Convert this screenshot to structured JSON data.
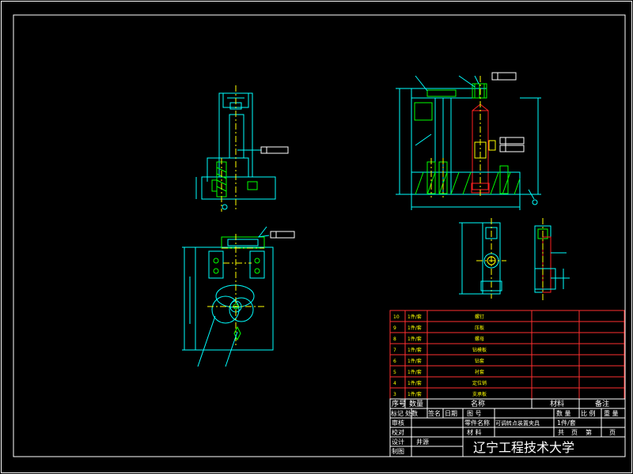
{
  "drawing": {
    "school_name": "辽宁工程技术大学",
    "part_name": "可调转点装置夹具",
    "unit_label": "1件/套"
  },
  "colors": {
    "background": "#000000",
    "frame": "#ffffff",
    "part_outline": "#00ffff",
    "centerline": "#ffff00",
    "hatch": "#00ff00",
    "highlight": "#ff2020",
    "table_grid": "#ff3030"
  },
  "bom": {
    "rows": [
      {
        "no": "10",
        "qty": "1件/套",
        "name": "螺钉"
      },
      {
        "no": "9",
        "qty": "1件/套",
        "name": "压板"
      },
      {
        "no": "8",
        "qty": "1件/套",
        "name": "螺母"
      },
      {
        "no": "7",
        "qty": "1件/套",
        "name": "钻模板"
      },
      {
        "no": "6",
        "qty": "1件/套",
        "name": "钻套"
      },
      {
        "no": "5",
        "qty": "1件/套",
        "name": "衬套"
      },
      {
        "no": "4",
        "qty": "1件/套",
        "name": "定位销"
      },
      {
        "no": "3",
        "qty": "1件/套",
        "name": "支承板"
      }
    ],
    "header": {
      "no": "序号",
      "qty": "数量",
      "name": "名称",
      "material": "材料",
      "remark": "备注"
    }
  },
  "title_block": {
    "mark_row": {
      "mark": "标记",
      "count": "处数",
      "sign": "签名",
      "date": "日期",
      "drawing_no": "图 号"
    },
    "right_header": {
      "qty": "数 量",
      "scale": "比 例",
      "weight": "重 量"
    },
    "part_name_label": "零件名称",
    "material_label": "材 料",
    "sheet_info": {
      "total": "共",
      "page": "页",
      "no": "第",
      "page2": "页"
    },
    "roles": [
      "审核",
      "校对",
      "设计",
      "制图"
    ],
    "designer": "井源"
  }
}
